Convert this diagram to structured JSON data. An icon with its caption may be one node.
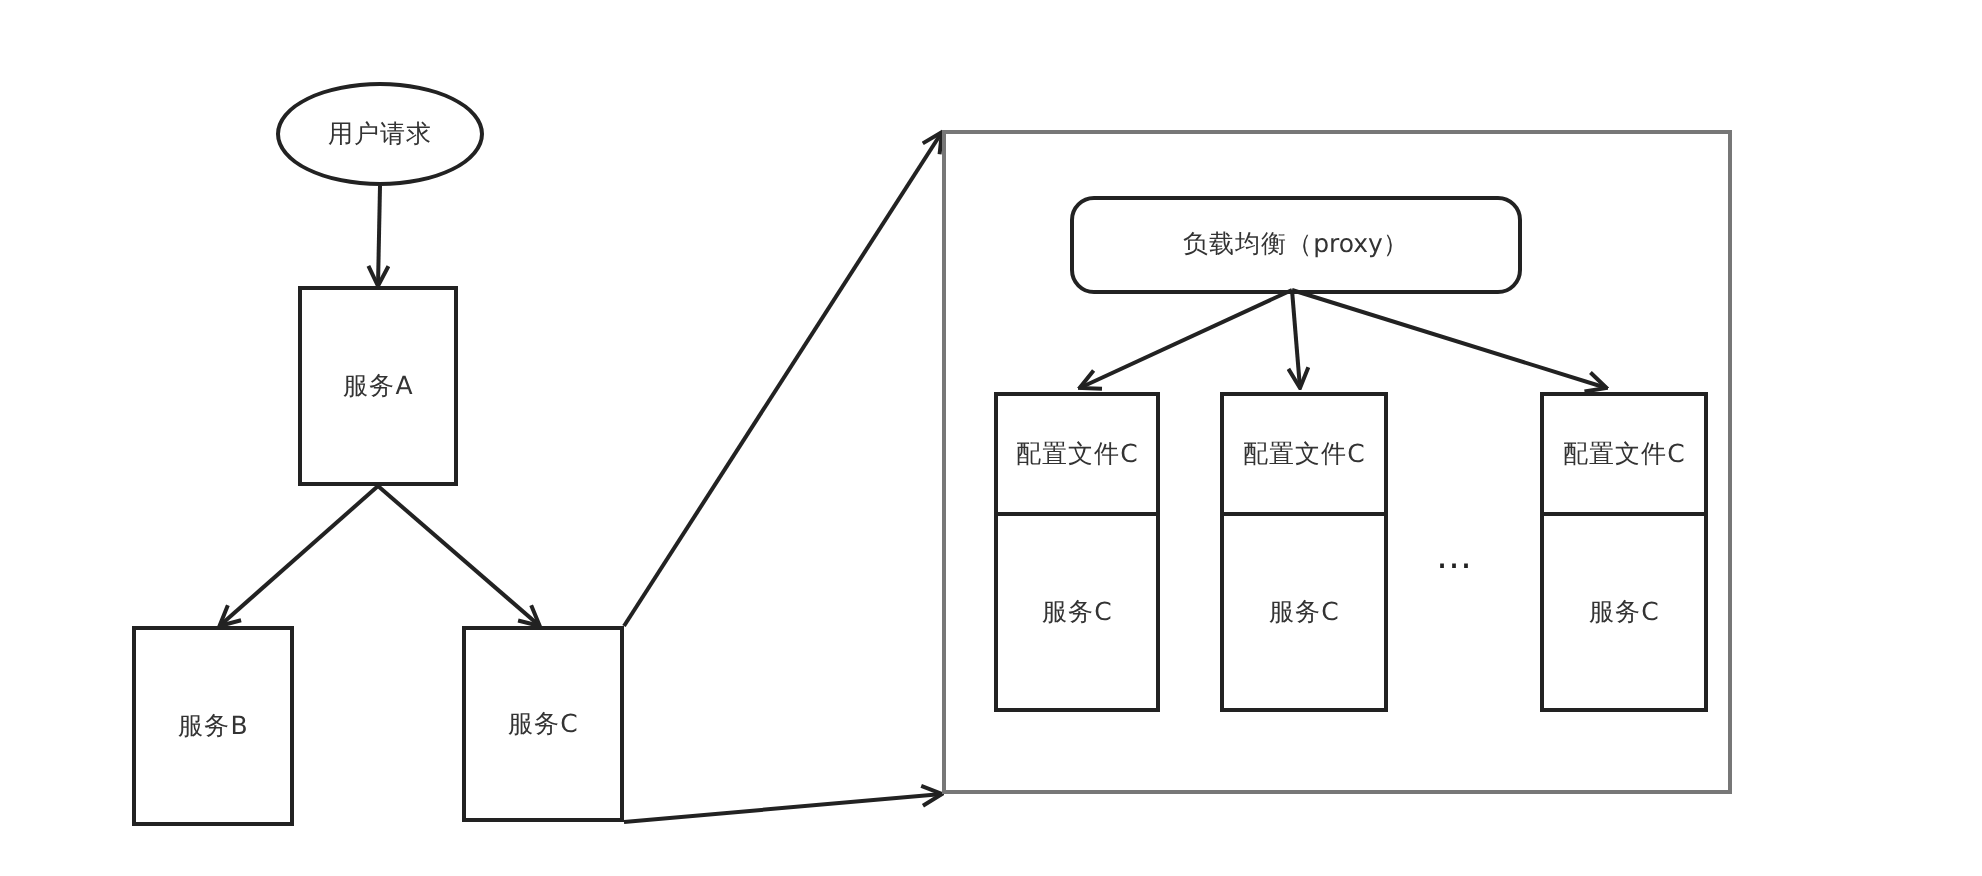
{
  "diagram": {
    "nodes": [
      {
        "text": [
          "用户请求"
        ]
      },
      {
        "text": [
          "服务A"
        ]
      },
      {
        "text": [
          "服务B"
        ]
      },
      {
        "text": [
          "服务C"
        ]
      },
      {
        "text": [],
        "shape": "box"
      },
      {
        "text": [
          "负载均衡（proxy）"
        ],
        "in": 4
      },
      {
        "text": [
          "配置文件C",
          "服务C"
        ],
        "in": 4
      },
      {
        "text": [
          "配置文件C",
          "服务C"
        ],
        "in": 4
      },
      {
        "text": [
          "配置文件C",
          "服务C"
        ],
        "in": 4
      }
    ],
    "edges": [
      {
        "from": 0,
        "to": 1,
        "arrow": "to"
      },
      {
        "from": 1,
        "to": 2,
        "arrow": "to"
      },
      {
        "from": 1,
        "to": 3,
        "arrow": "to"
      },
      {
        "from": 3,
        "to": 4,
        "arrow": "to"
      },
      {
        "from": 3,
        "to": 4,
        "arrow": "to"
      },
      {
        "from": 5,
        "to": 6,
        "arrow": "to"
      },
      {
        "from": 5,
        "to": 7,
        "arrow": "to"
      },
      {
        "from": 5,
        "to": 8,
        "arrow": "to"
      }
    ],
    "labels": [
      "…"
    ]
  }
}
